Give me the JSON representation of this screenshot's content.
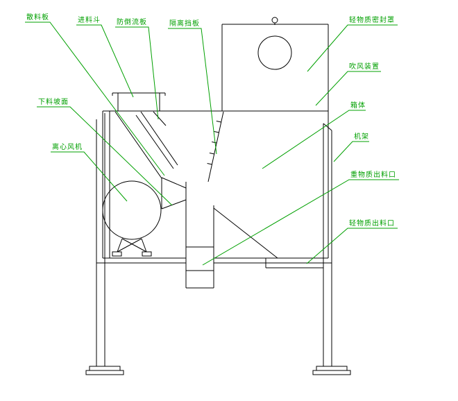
{
  "colors": {
    "label": "#00a000",
    "line": "#000000",
    "background": "#ffffff"
  },
  "labels": {
    "scatter_plate": "散料板",
    "feed_hopper": "进料斗",
    "backflow_plate": "防倒流板",
    "isolation_baffle": "隔离挡板",
    "light_seal_cover": "轻物质密封罩",
    "blower_device": "吹风装置",
    "box_body": "箱体",
    "frame": "机架",
    "heavy_outlet": "重物质出料口",
    "light_outlet": "轻物质出料口",
    "discharge_slope": "下料坡面",
    "centrifugal_fan": "离心风机"
  }
}
